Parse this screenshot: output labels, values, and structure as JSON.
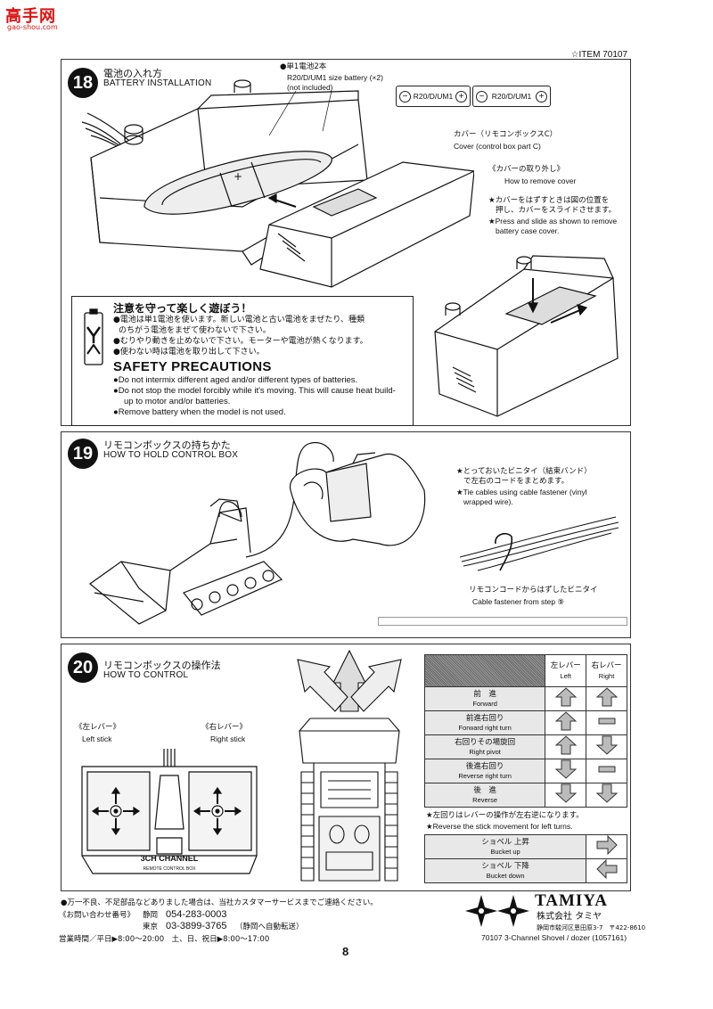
{
  "watermark": {
    "title": "高手网",
    "url": "gao-shou.com"
  },
  "item_code": "☆ITEM 70107",
  "step18": {
    "number": "18",
    "title_jp": "電池の入れ方",
    "title_en": "BATTERY INSTALLATION",
    "battery_note_jp": "●単1電池2本",
    "battery_note_en1": "R20/D/UM1 size battery (×2)",
    "battery_note_en2": "(not included)",
    "battery_label": "R20/D/UM1",
    "minus": "−",
    "plus": "+",
    "cover_jp": "カバー（リモコンボックスC）",
    "cover_en": "Cover (control box part C)",
    "remove_jp": "《カバーの取り外し》",
    "remove_en": "How to remove cover",
    "remove_note_jp1": "★カバーをはずすときは図の位置を",
    "remove_note_jp2": "押し、カバーをスライドさせます。",
    "remove_note_en1": "★Press and slide as shown to remove",
    "remove_note_en2": "battery case cover."
  },
  "safety": {
    "title_jp": "注意を守って楽しく遊ぼう！",
    "jp_lines": [
      "●電池は単1電池を使います。新しい電池と古い電池をまぜたり、種類",
      "のちがう電池をまぜて使わないで下さい。",
      "●むりやり動きを止めないで下さい。モーターや電池が熱くなります。",
      "●使わない時は電池を取り出して下さい。"
    ],
    "title_en": "SAFETY PRECAUTIONS",
    "en_lines": [
      "●Do not intermix different aged and/or different types of batteries.",
      "●Do not stop the model forcibly while it's moving. This will cause heat build-",
      "up to motor and/or batteries.",
      "●Remove battery when the model is not used."
    ]
  },
  "step19": {
    "number": "19",
    "title_jp": "リモコンボックスの持ちかた",
    "title_en": "HOW TO HOLD CONTROL BOX",
    "tie_jp1": "★とっておいたビニタイ（結束バンド）",
    "tie_jp2": "で左右のコードをまとめます。",
    "tie_en1": "★Tie cables using cable fastener (vinyl",
    "tie_en2": "wrapped wire).",
    "fastener_jp": "リモコンコードからはずしたビニタイ",
    "fastener_en": "Cable fastener from step ⑨"
  },
  "step20": {
    "number": "20",
    "title_jp": "リモコンボックスの操作法",
    "title_en": "HOW TO CONTROL",
    "left_jp": "《左レバー》",
    "left_en": "Left stick",
    "right_jp": "《右レバー》",
    "right_en": "Right stick",
    "box_label": "3CH CHANNEL",
    "box_sub": "REMOTE CONTROL BOX",
    "table_head": {
      "left_jp": "左レバー",
      "left_en": "Left",
      "right_jp": "右レバー",
      "right_en": "Right"
    },
    "rows": [
      {
        "jp": "前　進",
        "en": "Forward",
        "left": "up",
        "right": "up"
      },
      {
        "jp": "前進右回り",
        "en": "Forward right turn",
        "left": "up",
        "right": "neutral"
      },
      {
        "jp": "右回りその場旋回",
        "en": "Right pivot",
        "left": "up",
        "right": "down"
      },
      {
        "jp": "後進右回り",
        "en": "Reverse right turn",
        "left": "down",
        "right": "neutral"
      },
      {
        "jp": "後　進",
        "en": "Reverse",
        "left": "down",
        "right": "down"
      }
    ],
    "left_turn_jp": "★左回りはレバーの操作が左右逆になります。",
    "left_turn_en": "★Reverse the stick movement for left turns.",
    "bucket_rows": [
      {
        "jp": "ショベル 上昇",
        "en": "Bucket up",
        "dir": "right"
      },
      {
        "jp": "ショベル 下降",
        "en": "Bucket down",
        "dir": "left"
      }
    ]
  },
  "footer": {
    "note": "●万一不良、不足部品などありました場合は、当社カスタマーサービスまでご連絡ください。",
    "inquiry_label": "《お問い合わせ番号》",
    "city1": "静岡",
    "phone1": "054-283-0003",
    "city2": "東京",
    "phone2": "03-3899-3765",
    "forward": "（静岡へ自動転送）",
    "hours": "営業時間／平日▶8:00〜20:00　土、日、祝日▶8:00〜17:00",
    "brand": "TAMIYA",
    "company": "株式会社 タミヤ",
    "address": "静岡市駿河区恩田原3-7　〒422-8610",
    "code": "70107  3-Channel Shovel / dozer (1057161)",
    "page": "8"
  }
}
